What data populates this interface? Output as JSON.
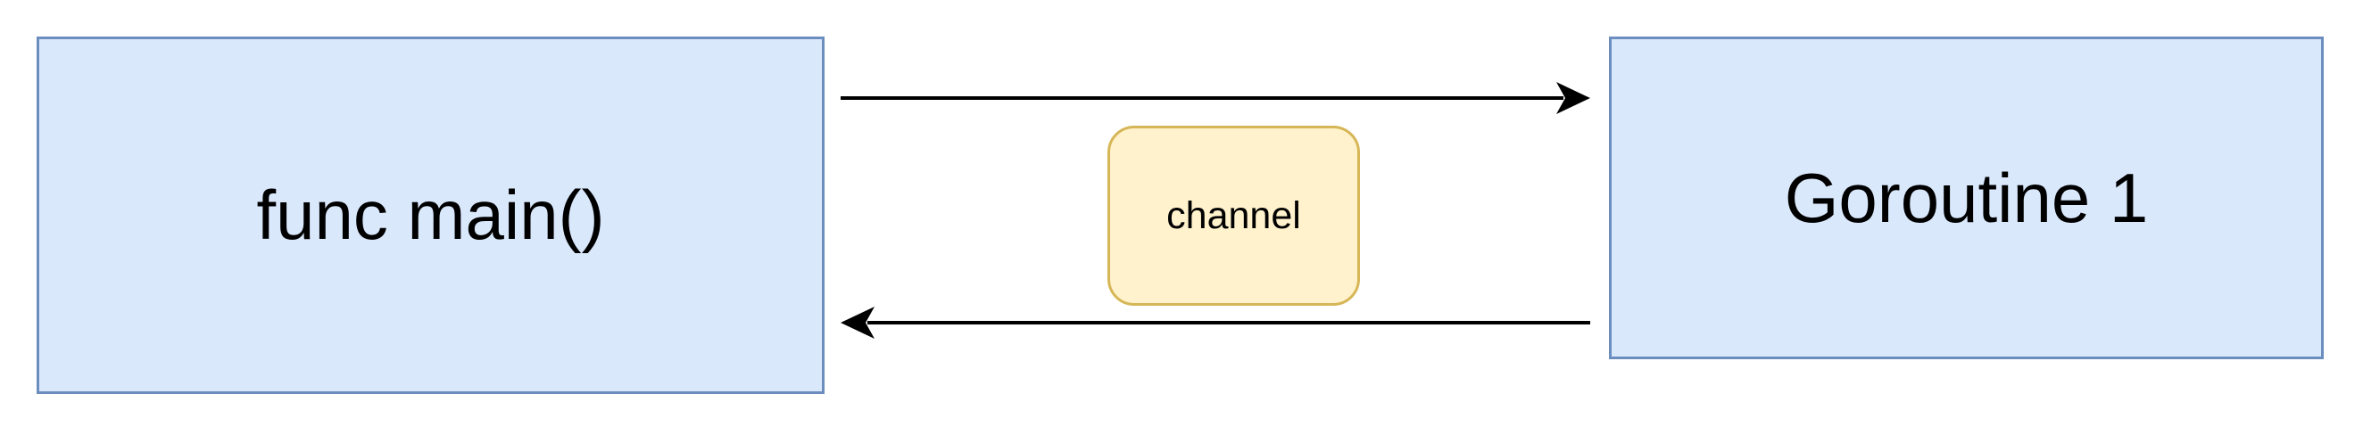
{
  "diagram": {
    "nodes": {
      "main": {
        "label": "func main()"
      },
      "goroutine": {
        "label": "Goroutine 1"
      },
      "channel": {
        "label": "channel"
      }
    },
    "edges": [
      {
        "from": "func main()",
        "to": "Goroutine 1"
      },
      {
        "from": "Goroutine 1",
        "to": "func main()"
      }
    ]
  },
  "colors": {
    "process_fill": "#dae8fc",
    "process_stroke": "#6c8ebf",
    "channel_fill": "#fff2cc",
    "channel_stroke": "#d6b656",
    "edge": "#000000"
  }
}
